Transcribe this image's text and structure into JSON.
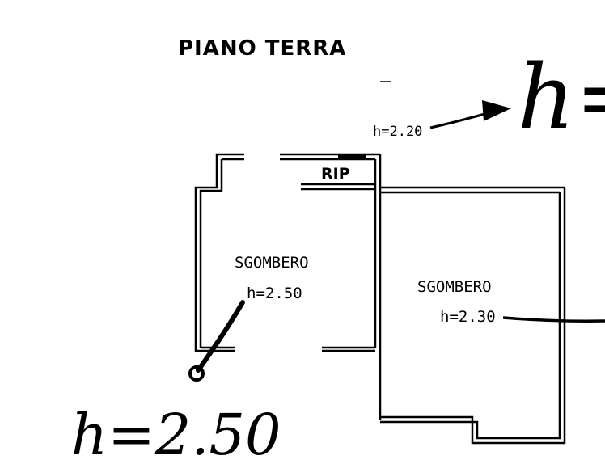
{
  "title": "PIANO TERRA",
  "rooms": {
    "small_storage": "RIP",
    "left_room": {
      "name": "SGOMBERO",
      "height": "h=2.50"
    },
    "right_room": {
      "name": "SGOMBERO",
      "height": "h=2.30"
    }
  },
  "annotations": {
    "top_height": "h=2.20",
    "handwritten_top": "h=",
    "handwritten_bottom": "h=2.50"
  }
}
